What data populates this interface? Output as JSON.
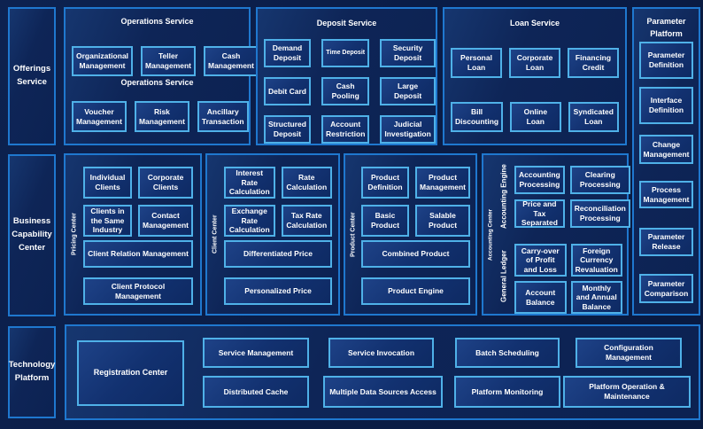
{
  "palette": {
    "page_bg": "#0a1c45",
    "section_fill": "#0e2557",
    "section_border": "#1f78cf",
    "box_border": "#4fb1e8",
    "box_fill": "#123170",
    "text": "#ffffff"
  },
  "rail": {
    "offerings": "Offerings\nService",
    "business": "Business\nCapability\nCenter",
    "technology": "Technology\nPlatform"
  },
  "operations": {
    "title": "Operations Service",
    "subtitle": "Operations Service",
    "row1": [
      "Organizational Management",
      "Teller Management",
      "Cash Management"
    ],
    "row2": [
      "Voucher Management",
      "Risk Management",
      "Ancillary Transaction"
    ]
  },
  "deposit": {
    "title": "Deposit Service",
    "boxes": [
      "Demand Deposit",
      "Time Deposit",
      "Security Deposit",
      "Debit Card",
      "Cash Pooling",
      "Large Deposit",
      "Structured Deposit",
      "Account Restriction",
      "Judicial Investigation"
    ]
  },
  "loan": {
    "title": "Loan Service",
    "row1": [
      "Personal Loan",
      "Corporate Loan",
      "Financing Credit"
    ],
    "row2": [
      "Bill Discounting",
      "Online Loan",
      "Syndicated Loan"
    ]
  },
  "parameter": {
    "title": "Parameter\nPlatform",
    "boxes": [
      "Parameter Definition",
      "Interface Definition",
      "Change Management",
      "Process Management",
      "Parameter Release",
      "Parameter Comparison"
    ]
  },
  "pricing": {
    "vertical_label": "Pricing Center",
    "small": [
      "Individual Clients",
      "Corporate Clients",
      "Clients in the Same Industry",
      "Contact Management"
    ],
    "wide": [
      "Client Relation Management",
      "Client Protocol Management"
    ]
  },
  "client": {
    "vertical_label": "Client Center",
    "small": [
      "Interest Rate Calculation",
      "Rate Calculation",
      "Exchange Rate Calculation",
      "Tax Rate Calculation"
    ],
    "wide": [
      "Differentiated Price",
      "Personalized Price"
    ]
  },
  "product": {
    "vertical_label": "Product Center",
    "small": [
      "Product Definition",
      "Product Management",
      "Basic Product",
      "Salable Product"
    ],
    "wide": [
      "Combined Product",
      "Product Engine"
    ]
  },
  "accounting": {
    "vertical_label": "Accounting Center",
    "engine_label": "Accounting Engine",
    "ledger_label": "General Ledger",
    "engine_boxes": [
      "Accounting Processing",
      "Clearing Processing",
      "Price and Tax Separated",
      "Reconciliation Processing"
    ],
    "ledger_boxes": [
      "Carry-over of Profit and Loss",
      "Foreign Currency Revaluation",
      "Account Balance",
      "Monthly and Annual Balance"
    ]
  },
  "technology": {
    "registration": "Registration Center",
    "row1": [
      "Service Management",
      "Service Invocation",
      "Batch Scheduling",
      "Configuration Management"
    ],
    "row2": [
      "Distributed Cache",
      "Multiple Data Sources Access",
      "Platform Monitoring",
      "Platform Operation & Maintenance"
    ]
  }
}
